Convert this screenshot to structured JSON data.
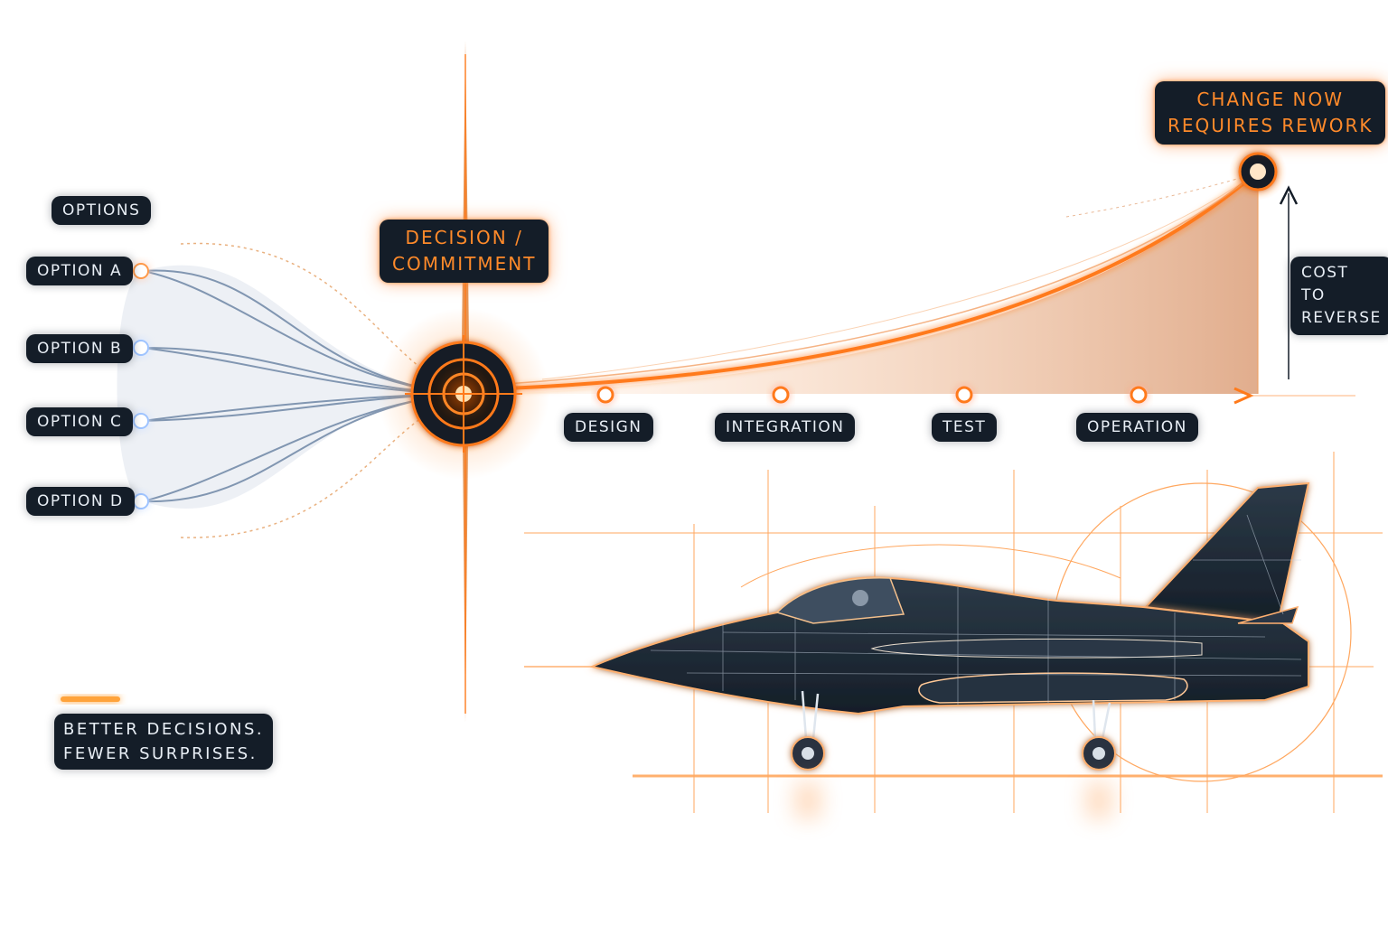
{
  "options_header": "OPTIONS",
  "options": [
    {
      "label": "OPTION A"
    },
    {
      "label": "OPTION B"
    },
    {
      "label": "OPTION C"
    },
    {
      "label": "OPTION D"
    }
  ],
  "decision": {
    "line1": "DECISION /",
    "line2": "COMMITMENT"
  },
  "phases": [
    {
      "label": "DESIGN"
    },
    {
      "label": "INTEGRATION"
    },
    {
      "label": "TEST"
    },
    {
      "label": "OPERATION"
    }
  ],
  "rework": {
    "line1": "CHANGE NOW",
    "line2": "REQUIRES REWORK"
  },
  "cost": {
    "line1": "COST",
    "line2": "TO",
    "line3": "REVERSE"
  },
  "tagline": {
    "line1": "BETTER DECISIONS.",
    "line2": "FEWER SURPRISES."
  },
  "colors": {
    "accent": "#ff7a1a",
    "label_bg": "#141d28",
    "label_text": "#e8eef5",
    "option_lines": "#6f87a6",
    "aircraft_body": "#1e2a36"
  }
}
